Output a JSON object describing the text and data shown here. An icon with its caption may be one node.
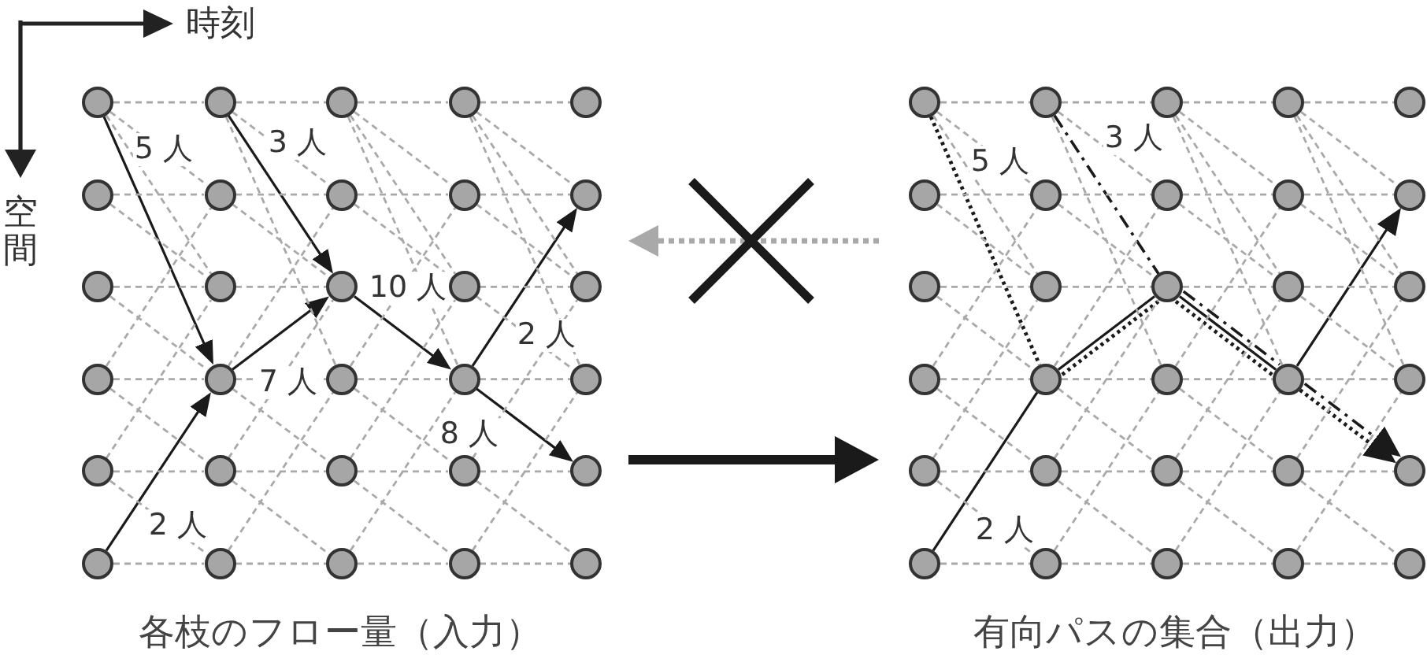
{
  "diagram": {
    "nodes": [
      {
        "text": [
          "各枝のフロー量（入力）"
        ]
      },
      {
        "text": [],
        "shape": "circle",
        "in": 0
      },
      {
        "text": [],
        "shape": "circle",
        "in": 0
      },
      {
        "text": [],
        "shape": "circle",
        "in": 0
      },
      {
        "text": [],
        "shape": "circle",
        "in": 0
      },
      {
        "text": [],
        "shape": "circle",
        "in": 0
      },
      {
        "text": [],
        "shape": "circle",
        "in": 0
      },
      {
        "text": [],
        "shape": "circle",
        "in": 0
      },
      {
        "text": [],
        "shape": "circle",
        "in": 0
      },
      {
        "text": [],
        "shape": "circle",
        "in": 0
      },
      {
        "text": [],
        "shape": "circle",
        "in": 0
      },
      {
        "text": [],
        "shape": "circle",
        "in": 0
      },
      {
        "text": [],
        "shape": "circle",
        "in": 0
      },
      {
        "text": [],
        "shape": "circle",
        "in": 0
      },
      {
        "text": [],
        "shape": "circle",
        "in": 0
      },
      {
        "text": [],
        "shape": "circle",
        "in": 0
      },
      {
        "text": [],
        "shape": "circle",
        "in": 0
      },
      {
        "text": [],
        "shape": "circle",
        "in": 0
      },
      {
        "text": [],
        "shape": "circle",
        "in": 0
      },
      {
        "text": [],
        "shape": "circle",
        "in": 0
      },
      {
        "text": [],
        "shape": "circle",
        "in": 0
      },
      {
        "text": [],
        "shape": "circle",
        "in": 0
      },
      {
        "text": [],
        "shape": "circle",
        "in": 0
      },
      {
        "text": [],
        "shape": "circle",
        "in": 0
      },
      {
        "text": [],
        "shape": "circle",
        "in": 0
      },
      {
        "text": [],
        "shape": "circle",
        "in": 0
      },
      {
        "text": [],
        "shape": "circle",
        "in": 0
      },
      {
        "text": [],
        "shape": "circle",
        "in": 0
      },
      {
        "text": [],
        "shape": "circle",
        "in": 0
      },
      {
        "text": [],
        "shape": "circle",
        "in": 0
      },
      {
        "text": [],
        "shape": "circle",
        "in": 0
      },
      {
        "text": [
          "有向パスの集合（出力）"
        ]
      },
      {
        "text": [],
        "shape": "circle",
        "in": 31
      },
      {
        "text": [],
        "shape": "circle",
        "in": 31
      },
      {
        "text": [],
        "shape": "circle",
        "in": 31
      },
      {
        "text": [],
        "shape": "circle",
        "in": 31
      },
      {
        "text": [],
        "shape": "circle",
        "in": 31
      },
      {
        "text": [],
        "shape": "circle",
        "in": 31
      },
      {
        "text": [],
        "shape": "circle",
        "in": 31
      },
      {
        "text": [],
        "shape": "circle",
        "in": 31
      },
      {
        "text": [],
        "shape": "circle",
        "in": 31
      },
      {
        "text": [],
        "shape": "circle",
        "in": 31
      },
      {
        "text": [],
        "shape": "circle",
        "in": 31
      },
      {
        "text": [],
        "shape": "circle",
        "in": 31
      },
      {
        "text": [],
        "shape": "circle",
        "in": 31
      },
      {
        "text": [],
        "shape": "circle",
        "in": 31
      },
      {
        "text": [],
        "shape": "circle",
        "in": 31
      },
      {
        "text": [],
        "shape": "circle",
        "in": 31
      },
      {
        "text": [],
        "shape": "circle",
        "in": 31
      },
      {
        "text": [],
        "shape": "circle",
        "in": 31
      },
      {
        "text": [],
        "shape": "circle",
        "in": 31
      },
      {
        "text": [],
        "shape": "circle",
        "in": 31
      },
      {
        "text": [],
        "shape": "circle",
        "in": 31
      },
      {
        "text": [],
        "shape": "circle",
        "in": 31
      },
      {
        "text": [],
        "shape": "circle",
        "in": 31
      },
      {
        "text": [],
        "shape": "circle",
        "in": 31
      },
      {
        "text": [],
        "shape": "circle",
        "in": 31
      },
      {
        "text": [],
        "shape": "circle",
        "in": 31
      },
      {
        "text": [],
        "shape": "circle",
        "in": 31
      },
      {
        "text": [],
        "shape": "circle",
        "in": 31
      },
      {
        "text": [],
        "shape": "circle",
        "in": 31
      },
      {
        "text": [],
        "shape": "circle",
        "in": 31
      }
    ],
    "edges": [
      {
        "from": 1,
        "to": 17,
        "arrow": "to",
        "label": "5 人",
        "color": "#1a1a1a"
      },
      {
        "from": 2,
        "to": 13,
        "arrow": "to",
        "label": "3 人",
        "color": "#1a1a1a"
      },
      {
        "from": 13,
        "to": 19,
        "arrow": "to",
        "label": "10 人",
        "color": "#1a1a1a"
      },
      {
        "from": 19,
        "to": 10,
        "arrow": "to",
        "label": "2 人",
        "color": "#1a1a1a"
      },
      {
        "from": 17,
        "to": 13,
        "arrow": "to",
        "label": "7 人",
        "color": "#1a1a1a"
      },
      {
        "from": 19,
        "to": 25,
        "arrow": "to",
        "label": "8 人",
        "color": "#1a1a1a"
      },
      {
        "from": 26,
        "to": 17,
        "arrow": "to",
        "label": "2 人",
        "color": "#1a1a1a"
      },
      {
        "from": 0,
        "to": 31,
        "arrow": "to",
        "style": "thick",
        "color": "#1a1a1a"
      },
      {
        "from": 31,
        "to": 0,
        "arrow": "to",
        "style": "dashed"
      },
      {
        "from": 32,
        "to": 48,
        "arrow": "none",
        "label": "5 人",
        "style": "dashed",
        "color": "#1a1a1a"
      },
      {
        "from": 48,
        "to": 44,
        "arrow": "none",
        "style": "dashed",
        "color": "#1a1a1a"
      },
      {
        "from": 44,
        "to": 50,
        "arrow": "none",
        "style": "dashed",
        "color": "#1a1a1a"
      },
      {
        "from": 50,
        "to": 56,
        "arrow": "to",
        "style": "dashed",
        "color": "#1a1a1a"
      },
      {
        "from": 33,
        "to": 44,
        "arrow": "none",
        "label": "3 人",
        "style": "dashed",
        "color": "#1a1a1a"
      },
      {
        "from": 44,
        "to": 50,
        "arrow": "none",
        "style": "dashed",
        "color": "#1a1a1a"
      },
      {
        "from": 50,
        "to": 56,
        "arrow": "to",
        "style": "dashed",
        "color": "#1a1a1a"
      },
      {
        "from": 57,
        "to": 48,
        "arrow": "none",
        "label": "2 人",
        "color": "#1a1a1a"
      },
      {
        "from": 48,
        "to": 44,
        "arrow": "none",
        "color": "#1a1a1a"
      },
      {
        "from": 44,
        "to": 50,
        "arrow": "none",
        "color": "#1a1a1a"
      },
      {
        "from": 50,
        "to": 41,
        "arrow": "to",
        "color": "#1a1a1a"
      },
      {
        "from": 1,
        "to": 2,
        "arrow": "none",
        "style": "dashed"
      },
      {
        "from": 2,
        "to": 3,
        "arrow": "none",
        "style": "dashed"
      },
      {
        "from": 3,
        "to": 4,
        "arrow": "none",
        "style": "dashed"
      },
      {
        "from": 4,
        "to": 5,
        "arrow": "none",
        "style": "dashed"
      },
      {
        "from": 6,
        "to": 7,
        "arrow": "none",
        "style": "dashed"
      },
      {
        "from": 7,
        "to": 8,
        "arrow": "none",
        "style": "dashed"
      },
      {
        "from": 8,
        "to": 9,
        "arrow": "none",
        "style": "dashed"
      },
      {
        "from": 9,
        "to": 10,
        "arrow": "none",
        "style": "dashed"
      },
      {
        "from": 11,
        "to": 12,
        "arrow": "none",
        "style": "dashed"
      },
      {
        "from": 12,
        "to": 13,
        "arrow": "none",
        "style": "dashed"
      },
      {
        "from": 14,
        "to": 15,
        "arrow": "none",
        "style": "dashed"
      },
      {
        "from": 16,
        "to": 17,
        "arrow": "none",
        "style": "dashed"
      },
      {
        "from": 17,
        "to": 18,
        "arrow": "none",
        "style": "dashed"
      },
      {
        "from": 18,
        "to": 19,
        "arrow": "none",
        "style": "dashed"
      },
      {
        "from": 19,
        "to": 20,
        "arrow": "none",
        "style": "dashed"
      },
      {
        "from": 21,
        "to": 22,
        "arrow": "none",
        "style": "dashed"
      },
      {
        "from": 22,
        "to": 23,
        "arrow": "none",
        "style": "dashed"
      },
      {
        "from": 23,
        "to": 24,
        "arrow": "none",
        "style": "dashed"
      },
      {
        "from": 24,
        "to": 25,
        "arrow": "none",
        "style": "dashed"
      },
      {
        "from": 26,
        "to": 27,
        "arrow": "none",
        "style": "dashed"
      },
      {
        "from": 27,
        "to": 28,
        "arrow": "none",
        "style": "dashed"
      },
      {
        "from": 28,
        "to": 29,
        "arrow": "none",
        "style": "dashed"
      },
      {
        "from": 29,
        "to": 30,
        "arrow": "none",
        "style": "dashed"
      },
      {
        "from": 1,
        "to": 7,
        "arrow": "none",
        "style": "dashed"
      },
      {
        "from": 2,
        "to": 8,
        "arrow": "none",
        "style": "dashed"
      },
      {
        "from": 3,
        "to": 9,
        "arrow": "none",
        "style": "dashed"
      },
      {
        "from": 4,
        "to": 10,
        "arrow": "none",
        "style": "dashed"
      },
      {
        "from": 6,
        "to": 12,
        "arrow": "none",
        "style": "dashed"
      },
      {
        "from": 7,
        "to": 13,
        "arrow": "none",
        "style": "dashed"
      },
      {
        "from": 8,
        "to": 14,
        "arrow": "none",
        "style": "dashed"
      },
      {
        "from": 9,
        "to": 15,
        "arrow": "none",
        "style": "dashed"
      },
      {
        "from": 11,
        "to": 17,
        "arrow": "none",
        "style": "dashed"
      },
      {
        "from": 14,
        "to": 20,
        "arrow": "none",
        "style": "dashed"
      },
      {
        "from": 16,
        "to": 22,
        "arrow": "none",
        "style": "dashed"
      },
      {
        "from": 17,
        "to": 23,
        "arrow": "none",
        "style": "dashed"
      },
      {
        "from": 18,
        "to": 24,
        "arrow": "none",
        "style": "dashed"
      },
      {
        "from": 21,
        "to": 27,
        "arrow": "none",
        "style": "dashed"
      },
      {
        "from": 22,
        "to": 28,
        "arrow": "none",
        "style": "dashed"
      },
      {
        "from": 23,
        "to": 29,
        "arrow": "none",
        "style": "dashed"
      },
      {
        "from": 24,
        "to": 30,
        "arrow": "none",
        "style": "dashed"
      },
      {
        "from": 1,
        "to": 12,
        "arrow": "none",
        "style": "dashed"
      },
      {
        "from": 3,
        "to": 14,
        "arrow": "none",
        "style": "dashed"
      },
      {
        "from": 4,
        "to": 15,
        "arrow": "none",
        "style": "dashed"
      },
      {
        "from": 2,
        "to": 18,
        "arrow": "none",
        "style": "dashed"
      },
      {
        "from": 3,
        "to": 19,
        "arrow": "none",
        "style": "dashed"
      },
      {
        "from": 4,
        "to": 20,
        "arrow": "none",
        "style": "dashed"
      },
      {
        "from": 16,
        "to": 7,
        "arrow": "none",
        "style": "dashed"
      },
      {
        "from": 17,
        "to": 8,
        "arrow": "none",
        "style": "dashed"
      },
      {
        "from": 18,
        "to": 9,
        "arrow": "none",
        "style": "dashed"
      },
      {
        "from": 21,
        "to": 12,
        "arrow": "none",
        "style": "dashed"
      },
      {
        "from": 22,
        "to": 13,
        "arrow": "none",
        "style": "dashed"
      },
      {
        "from": 23,
        "to": 14,
        "arrow": "none",
        "style": "dashed"
      },
      {
        "from": 24,
        "to": 15,
        "arrow": "none",
        "style": "dashed"
      },
      {
        "from": 27,
        "to": 18,
        "arrow": "none",
        "style": "dashed"
      },
      {
        "from": 28,
        "to": 19,
        "arrow": "none",
        "style": "dashed"
      },
      {
        "from": 29,
        "to": 20,
        "arrow": "none",
        "style": "dashed"
      },
      {
        "from": 32,
        "to": 33,
        "arrow": "none",
        "style": "dashed"
      },
      {
        "from": 33,
        "to": 34,
        "arrow": "none",
        "style": "dashed"
      },
      {
        "from": 34,
        "to": 35,
        "arrow": "none",
        "style": "dashed"
      },
      {
        "from": 35,
        "to": 36,
        "arrow": "none",
        "style": "dashed"
      },
      {
        "from": 37,
        "to": 38,
        "arrow": "none",
        "style": "dashed"
      },
      {
        "from": 38,
        "to": 39,
        "arrow": "none",
        "style": "dashed"
      },
      {
        "from": 39,
        "to": 40,
        "arrow": "none",
        "style": "dashed"
      },
      {
        "from": 40,
        "to": 41,
        "arrow": "none",
        "style": "dashed"
      },
      {
        "from": 42,
        "to": 43,
        "arrow": "none",
        "style": "dashed"
      },
      {
        "from": 43,
        "to": 44,
        "arrow": "none",
        "style": "dashed"
      },
      {
        "from": 44,
        "to": 45,
        "arrow": "none",
        "style": "dashed"
      },
      {
        "from": 45,
        "to": 46,
        "arrow": "none",
        "style": "dashed"
      },
      {
        "from": 47,
        "to": 48,
        "arrow": "none",
        "style": "dashed"
      },
      {
        "from": 48,
        "to": 49,
        "arrow": "none",
        "style": "dashed"
      },
      {
        "from": 49,
        "to": 50,
        "arrow": "none",
        "style": "dashed"
      },
      {
        "from": 50,
        "to": 51,
        "arrow": "none",
        "style": "dashed"
      },
      {
        "from": 52,
        "to": 53,
        "arrow": "none",
        "style": "dashed"
      },
      {
        "from": 53,
        "to": 54,
        "arrow": "none",
        "style": "dashed"
      },
      {
        "from": 54,
        "to": 55,
        "arrow": "none",
        "style": "dashed"
      },
      {
        "from": 55,
        "to": 56,
        "arrow": "none",
        "style": "dashed"
      },
      {
        "from": 57,
        "to": 58,
        "arrow": "none",
        "style": "dashed"
      },
      {
        "from": 58,
        "to": 59,
        "arrow": "none",
        "style": "dashed"
      },
      {
        "from": 59,
        "to": 60,
        "arrow": "none",
        "style": "dashed"
      },
      {
        "from": 60,
        "to": 61,
        "arrow": "none",
        "style": "dashed"
      },
      {
        "from": 32,
        "to": 38,
        "arrow": "none",
        "style": "dashed"
      },
      {
        "from": 33,
        "to": 39,
        "arrow": "none",
        "style": "dashed"
      },
      {
        "from": 34,
        "to": 40,
        "arrow": "none",
        "style": "dashed"
      },
      {
        "from": 35,
        "to": 41,
        "arrow": "none",
        "style": "dashed"
      },
      {
        "from": 37,
        "to": 43,
        "arrow": "none",
        "style": "dashed"
      },
      {
        "from": 38,
        "to": 44,
        "arrow": "none",
        "style": "dashed"
      },
      {
        "from": 39,
        "to": 45,
        "arrow": "none",
        "style": "dashed"
      },
      {
        "from": 40,
        "to": 46,
        "arrow": "none",
        "style": "dashed"
      },
      {
        "from": 42,
        "to": 48,
        "arrow": "none",
        "style": "dashed"
      },
      {
        "from": 45,
        "to": 51,
        "arrow": "none",
        "style": "dashed"
      },
      {
        "from": 47,
        "to": 53,
        "arrow": "none",
        "style": "dashed"
      },
      {
        "from": 48,
        "to": 54,
        "arrow": "none",
        "style": "dashed"
      },
      {
        "from": 49,
        "to": 55,
        "arrow": "none",
        "style": "dashed"
      },
      {
        "from": 52,
        "to": 58,
        "arrow": "none",
        "style": "dashed"
      },
      {
        "from": 53,
        "to": 59,
        "arrow": "none",
        "style": "dashed"
      },
      {
        "from": 54,
        "to": 60,
        "arrow": "none",
        "style": "dashed"
      },
      {
        "from": 55,
        "to": 61,
        "arrow": "none",
        "style": "dashed"
      },
      {
        "from": 32,
        "to": 43,
        "arrow": "none",
        "style": "dashed"
      },
      {
        "from": 34,
        "to": 45,
        "arrow": "none",
        "style": "dashed"
      },
      {
        "from": 35,
        "to": 46,
        "arrow": "none",
        "style": "dashed"
      },
      {
        "from": 33,
        "to": 49,
        "arrow": "none",
        "style": "dashed"
      },
      {
        "from": 34,
        "to": 50,
        "arrow": "none",
        "style": "dashed"
      },
      {
        "from": 35,
        "to": 51,
        "arrow": "none",
        "style": "dashed"
      },
      {
        "from": 47,
        "to": 38,
        "arrow": "none",
        "style": "dashed"
      },
      {
        "from": 48,
        "to": 39,
        "arrow": "none",
        "style": "dashed"
      },
      {
        "from": 49,
        "to": 40,
        "arrow": "none",
        "style": "dashed"
      },
      {
        "from": 52,
        "to": 43,
        "arrow": "none",
        "style": "dashed"
      },
      {
        "from": 53,
        "to": 44,
        "arrow": "none",
        "style": "dashed"
      },
      {
        "from": 54,
        "to": 45,
        "arrow": "none",
        "style": "dashed"
      },
      {
        "from": 55,
        "to": 46,
        "arrow": "none",
        "style": "dashed"
      },
      {
        "from": 58,
        "to": 49,
        "arrow": "none",
        "style": "dashed"
      },
      {
        "from": 59,
        "to": 50,
        "arrow": "none",
        "style": "dashed"
      },
      {
        "from": 60,
        "to": 51,
        "arrow": "none",
        "style": "dashed"
      }
    ],
    "labels": [
      "時刻",
      "空間"
    ]
  }
}
